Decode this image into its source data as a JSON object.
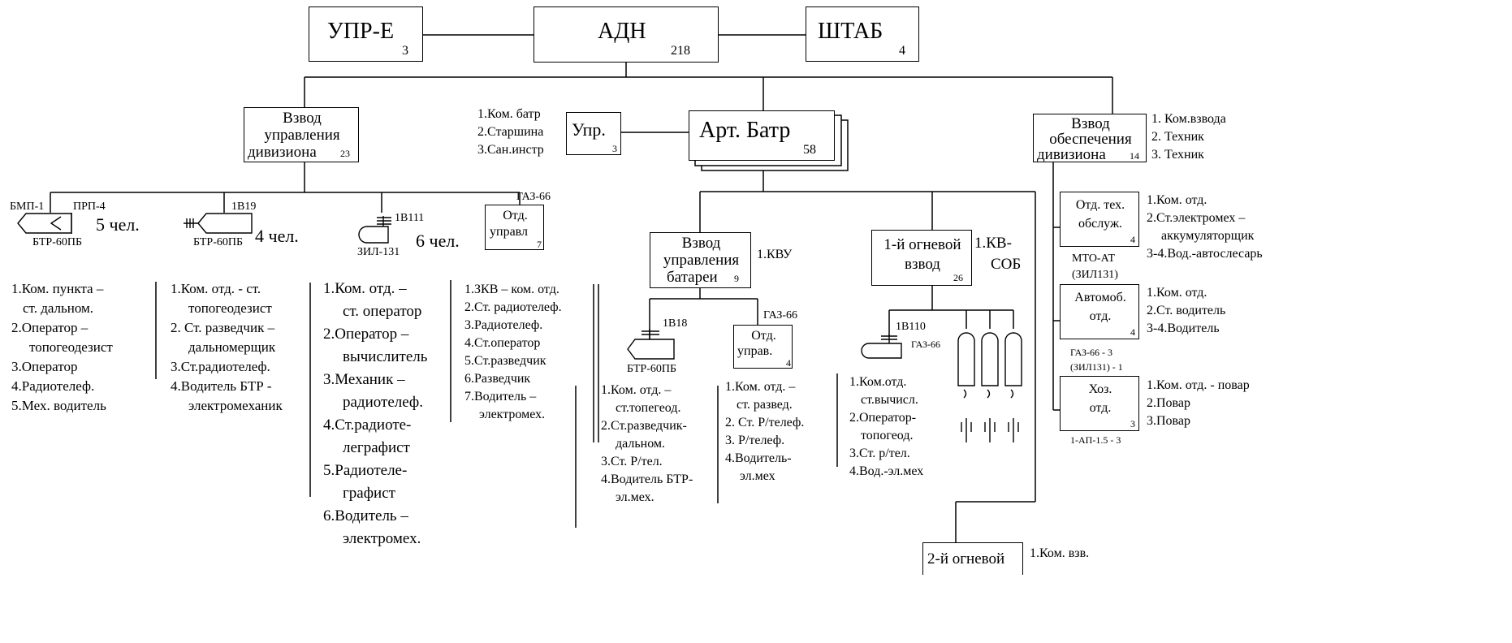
{
  "top": {
    "upr": {
      "label": "УПР-Е",
      "count": "3"
    },
    "adn": {
      "label": "АДН",
      "count": "218"
    },
    "shtab": {
      "label": "ШТАБ",
      "count": "4"
    }
  },
  "vzvod_upr_div": {
    "lines": [
      "Взвод",
      "управления",
      "дивизиона"
    ],
    "count": "23"
  },
  "upr_box": {
    "label": "Упр.",
    "count": "3",
    "list": [
      "1.Ком. батр",
      "2.Старшина",
      "3.Сан.инстр"
    ]
  },
  "art_batr": {
    "label": "Арт. Батр",
    "count": "58"
  },
  "vzvod_obesp": {
    "lines": [
      "Взвод",
      "обеспечения",
      "дивизиона"
    ],
    "count": "14",
    "list": [
      "1. Ком.взвода",
      "2. Техник",
      "3. Техник"
    ]
  },
  "btr_group": {
    "bmp": "БМП-1",
    "prp": "ПРП-4",
    "people": "5 чел.",
    "vehicle": "БТР-60ПБ",
    "list": [
      "1.Ком. пункта –",
      "ст. дальном.",
      "2.Оператор –",
      "топогеодезист",
      "3.Оператор",
      "4.Радиотелеф.",
      "5.Мех. водитель"
    ]
  },
  "b19_group": {
    "code": "1В19",
    "people": "4 чел.",
    "vehicle": "БТР-60ПБ",
    "list": [
      "1.Ком. отд. - ст.",
      "топогеодезист",
      "2. Ст. разведчик –",
      "дальномерщик",
      "3.Ст.радиотелеф.",
      "4.Водитель БТР -",
      "электромеханик"
    ]
  },
  "b111_group": {
    "code": "1В111",
    "people": "6 чел.",
    "vehicle": "ЗИЛ-131",
    "list": [
      "1.Ком. отд. –",
      "ст. оператор",
      "2.Оператор –",
      "вычислитель",
      "3.Механик –",
      "радиотелеф.",
      "4.Ст.радиоте-",
      "леграфист",
      "5.Радиотеле-",
      "графист",
      "6.Водитель –",
      "электромех."
    ]
  },
  "otd_upravl": {
    "vehicle": "ГАЗ-66",
    "lines": [
      "Отд.",
      "управл"
    ],
    "count": "7",
    "list": [
      "1.ЗКВ – ком. отд.",
      "2.Ст. радиотелеф.",
      "3.Радиотелеф.",
      "4.Ст.оператор",
      "5.Ст.разведчик",
      "6.Разведчик",
      "7.Водитель –",
      "электромех."
    ]
  },
  "vzvod_upr_batr": {
    "lines": [
      "Взвод",
      "управления",
      "батареи"
    ],
    "count": "9",
    "side": "1.КВУ"
  },
  "b18_group": {
    "code": "1В18",
    "vehicle": "БТР-60ПБ",
    "list": [
      "1.Ком. отд. –",
      "ст.топегеод.",
      "2.Ст.разведчик-",
      "дальном.",
      "3.Ст. Р/тел.",
      "4.Водитель БТР-",
      "эл.мех."
    ]
  },
  "otd_uprav2": {
    "vehicle": "ГАЗ-66",
    "lines": [
      "Отд.",
      "управ."
    ],
    "count": "4",
    "list": [
      "1.Ком. отд. –",
      "ст. развед.",
      "2. Ст. Р/телеф.",
      "3. Р/телеф.",
      "4.Водитель-",
      "эл.мех"
    ]
  },
  "ogn1": {
    "lines": [
      "1-й огневой",
      "взвод"
    ],
    "count": "26",
    "side": [
      "1.КВ-",
      "СОБ"
    ],
    "code": "1В110",
    "vehicle": "ГАЗ-66",
    "list": [
      "1.Ком.отд.",
      "ст.вычисл.",
      "2.Оператор-",
      "топогеод.",
      "3.Ст. р/тел.",
      "4.Вод.-эл.мех"
    ]
  },
  "ogn2": {
    "label": "2-й огневой",
    "side": "1.Ком. взв."
  },
  "otd_teh": {
    "lines": [
      "Отд. тех.",
      "обслуж."
    ],
    "count": "4",
    "list": [
      "1.Ком. отд.",
      "2.Ст.электромех –",
      "аккумуляторщик",
      "3-4.Вод.-автослесарь"
    ],
    "below": [
      "МТО-АТ",
      "(ЗИЛ131)"
    ]
  },
  "avtomob": {
    "lines": [
      "Автомоб.",
      "отд."
    ],
    "count": "4",
    "list": [
      "1.Ком. отд.",
      "2.Ст. водитель",
      "3-4.Водитель"
    ],
    "below": [
      "ГАЗ-66 - 3",
      "(ЗИЛ131) - 1"
    ]
  },
  "hoz": {
    "lines": [
      "Хоз.",
      "отд."
    ],
    "count": "3",
    "list": [
      "1.Ком. отд. - повар",
      "2.Повар",
      "3.Повар"
    ],
    "below": "1-АП-1.5 - 3"
  }
}
